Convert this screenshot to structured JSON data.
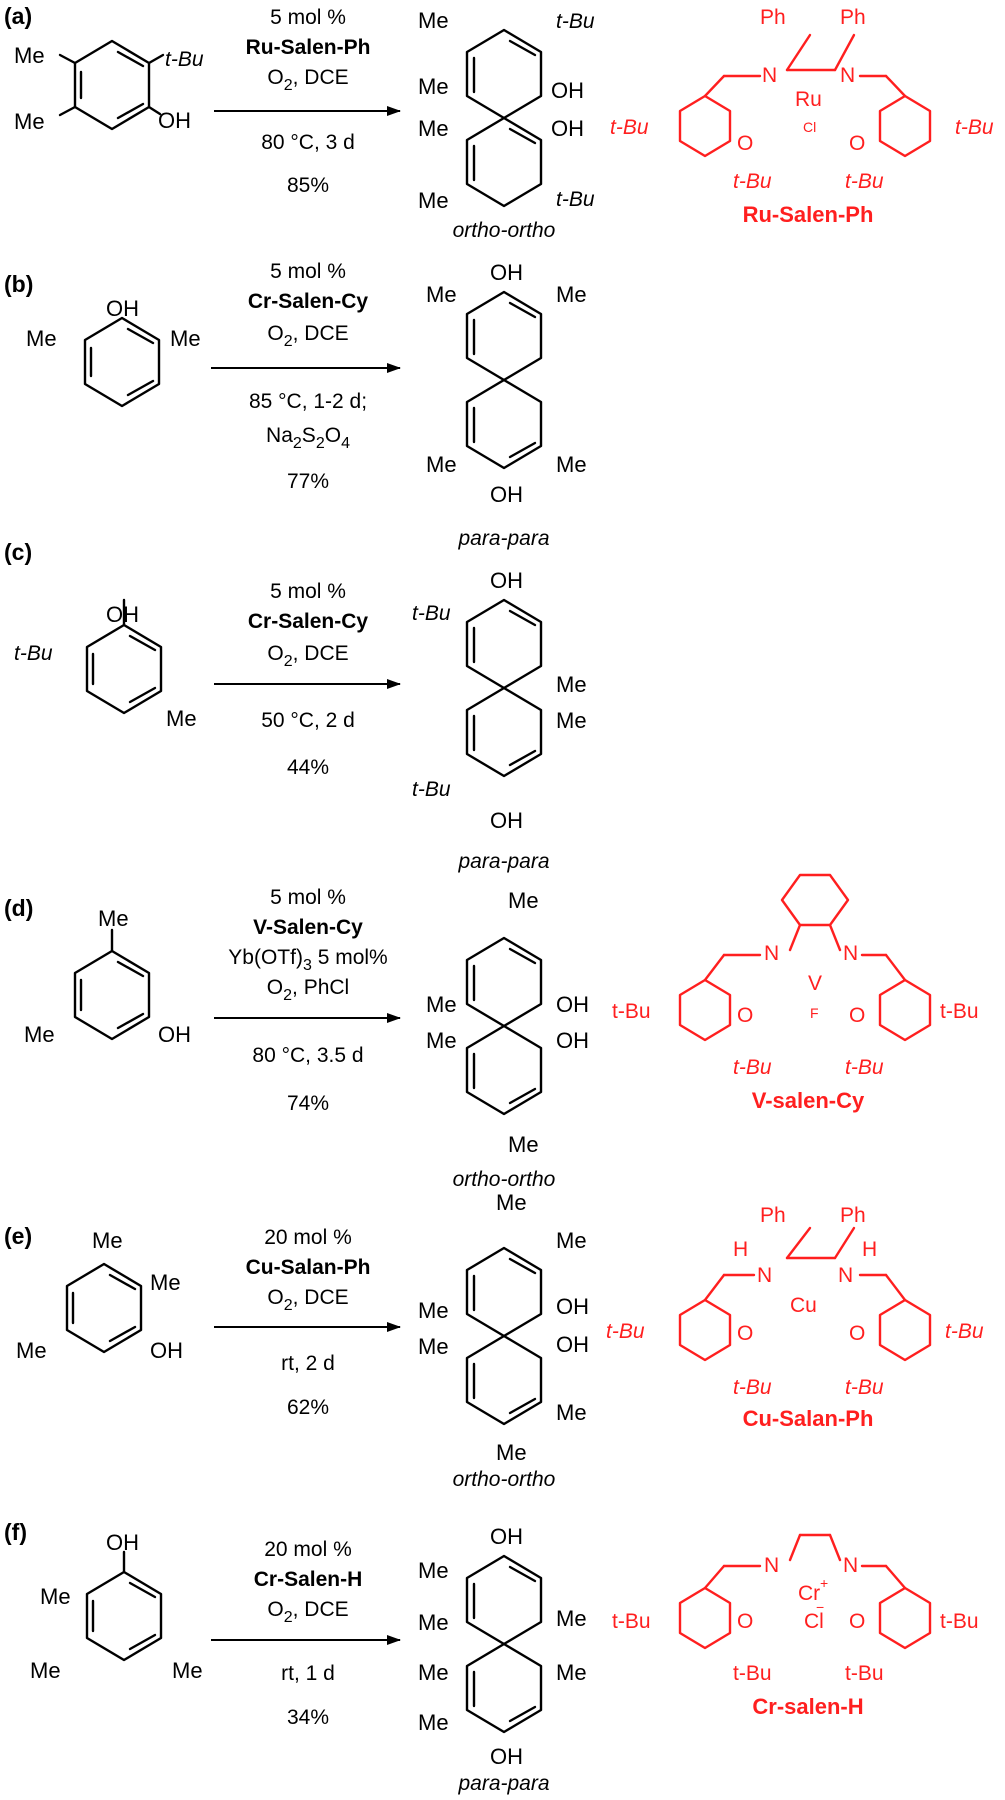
{
  "panels": [
    {
      "label": "(a)",
      "conditions": [
        "5 mol %",
        "Ru-Salen-Ph",
        "O2, DCE",
        "80 °C, 3 d",
        "85%"
      ],
      "selectivity": "ortho-ortho",
      "catalyst": "Ru-Salen-Ph"
    },
    {
      "label": "(b)",
      "conditions": [
        "5 mol %",
        "Cr-Salen-Cy",
        "O2, DCE",
        "85 °C, 1-2 d;",
        "Na2S2O4",
        "77%"
      ],
      "selectivity": "para-para"
    },
    {
      "label": "(c)",
      "conditions": [
        "5 mol %",
        "Cr-Salen-Cy",
        "O2, DCE",
        "50 °C, 2 d",
        "44%"
      ],
      "selectivity": "para-para"
    },
    {
      "label": "(d)",
      "conditions": [
        "5 mol %",
        "V-Salen-Cy",
        "Yb(OTf)3 5 mol%",
        "O2, PhCl",
        "80 °C, 3.5 d",
        "74%"
      ],
      "selectivity": "ortho-ortho",
      "catalyst": "V-salen-Cy"
    },
    {
      "label": "(e)",
      "conditions": [
        "20 mol %",
        "Cu-Salan-Ph",
        "O2, DCE",
        "rt, 2 d",
        "62%"
      ],
      "selectivity": "ortho-ortho",
      "catalyst": "Cu-Salan-Ph"
    },
    {
      "label": "(f)",
      "conditions": [
        "20 mol %",
        "Cr-Salen-H",
        "O2, DCE",
        "rt, 1 d",
        "34%"
      ],
      "selectivity": "para-para",
      "catalyst": "Cr-salen-H"
    }
  ],
  "atoms": {
    "me": "Me",
    "tbu": "t-Bu",
    "oh": "OH",
    "ph": "Ph",
    "o": "O",
    "n": "N",
    "h": "H",
    "cl": "Cl",
    "f": "F",
    "ru": "Ru",
    "cr": "Cr",
    "v": "V",
    "cu": "Cu"
  },
  "colors": {
    "catalyst": "#ff1f1f",
    "ink": "#000000"
  }
}
